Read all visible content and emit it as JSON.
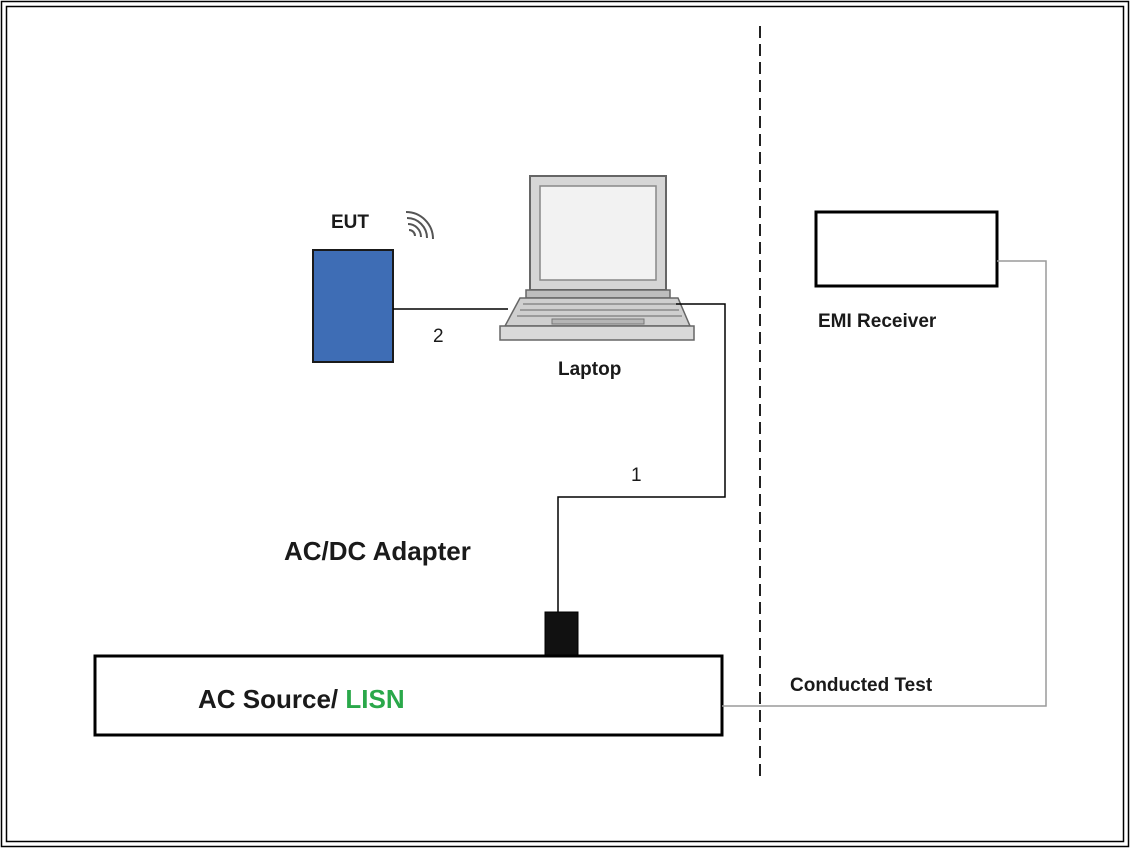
{
  "diagram": {
    "eut_label": "EUT",
    "laptop_label": "Laptop",
    "emi_receiver_label": "EMI Receiver",
    "cable_1_label": "1",
    "cable_2_label": "2",
    "adapter_label": "AC/DC Adapter",
    "conducted_test_label": "Conducted Test",
    "ac_source_label": "AC Source/ ",
    "lisn_label": "LISN"
  },
  "icons": {
    "eut_device": "tablet-device-icon",
    "wireless": "wireless-signal-icon",
    "laptop": "laptop-icon",
    "adapter": "power-adapter-icon"
  },
  "colors": {
    "eut_fill": "#3e6db5",
    "lisn_text": "#2aa84a",
    "laptop_screen": "#f2f2f2",
    "laptop_body": "#cfcfcf",
    "cable_gray": "#9a9a9a",
    "line_black": "#000000"
  }
}
